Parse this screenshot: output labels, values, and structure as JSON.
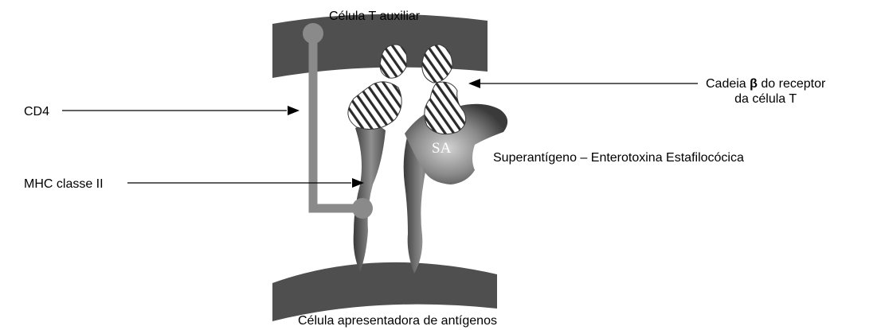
{
  "labels": {
    "helper_cell": "Célula T auxiliar",
    "apc_cell": "Célula apresentadora de antígenos",
    "cd4": "CD4",
    "mhc": "MHC classe II",
    "tcr_line1_pre": "Cadeia ",
    "tcr_beta": "β",
    "tcr_line1_post": " do receptor",
    "tcr_line2": "da célula T",
    "superantigen": "Superantígeno – Enterotoxina Estafilocócica",
    "sa_badge": "SA"
  },
  "colors": {
    "membrane": "#4f4f4f",
    "cd4_bar": "#8a8a8a",
    "hatch_fill": "#ffffff",
    "hatch_line": "#2a2a2a",
    "mhc_dark": "#3a3a3a",
    "mhc_light": "#9a9a9a",
    "sa_dark": "#2f2f2f",
    "sa_light": "#c8c8c8"
  }
}
